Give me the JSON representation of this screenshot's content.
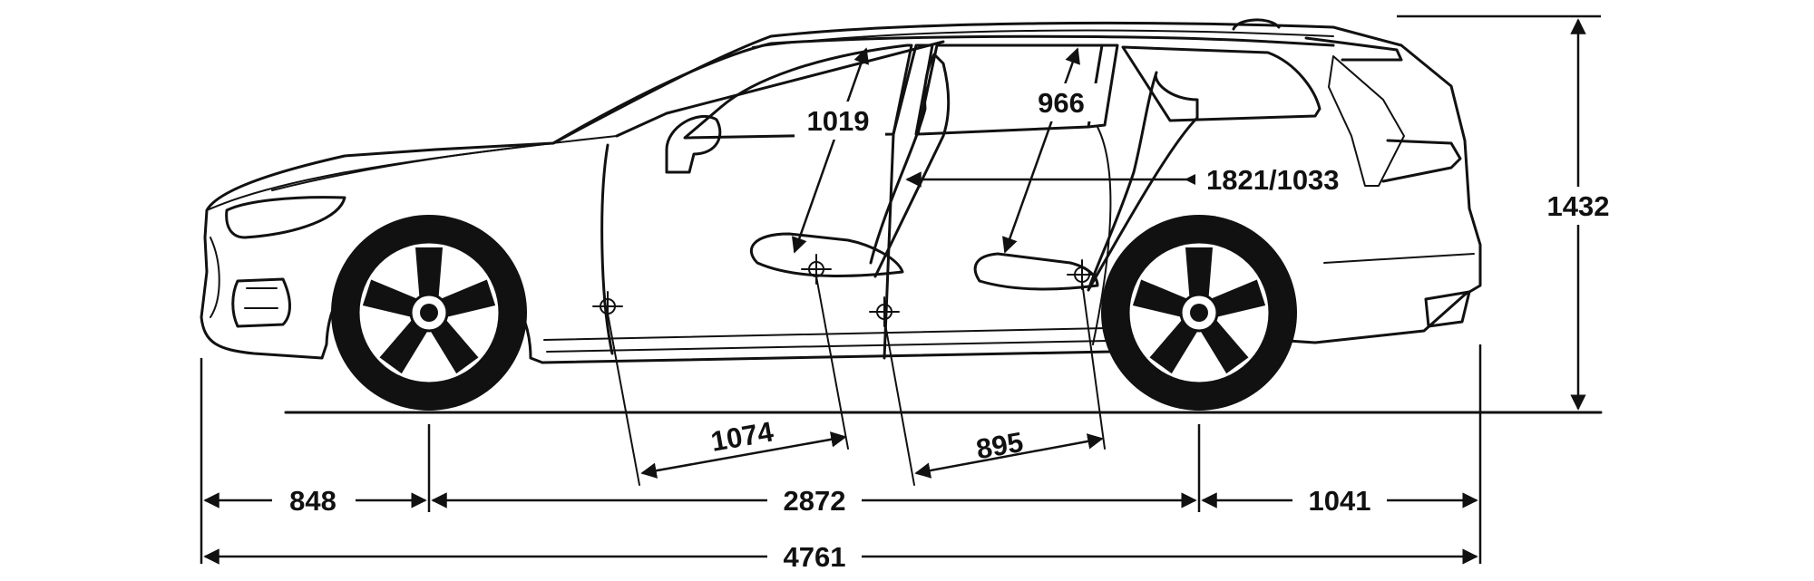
{
  "diagram": {
    "dimensions": {
      "front_overhang": "848",
      "wheelbase": "2872",
      "rear_overhang": "1041",
      "overall_length": "4761",
      "height": "1432",
      "front_headroom": "1019",
      "rear_headroom": "966",
      "front_legroom": "1074",
      "rear_legroom": "895",
      "interior_length": "1821/1033"
    }
  }
}
